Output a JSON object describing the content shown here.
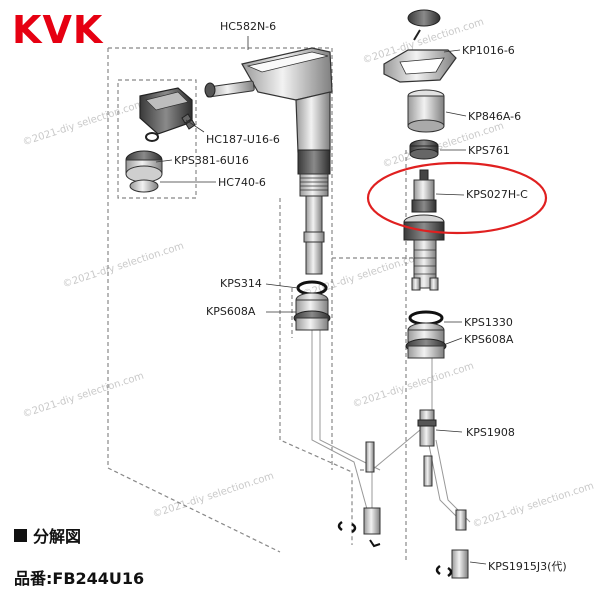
{
  "brand": {
    "logo": "KVK",
    "color": "#e60012"
  },
  "watermark": "©2021-diy selection.com",
  "parts": {
    "hc582n": "HC582N-6",
    "hc187": "HC187-U16-6",
    "kps381": "KPS381-6U16",
    "hc740": "HC740-6",
    "kps314": "KPS314",
    "kps608a_left": "KPS608A",
    "kp1016": "KP1016-6",
    "kp846a": "KP846A-6",
    "kps761": "KPS761",
    "kps027hc": "KPS027H-C",
    "kps1330": "KPS1330",
    "kps608a_right": "KPS608A",
    "kps1908": "KPS1908",
    "kps1915": "KPS1915J3(代)"
  },
  "highlight": {
    "target": "KPS027H-C",
    "color": "#e02020"
  },
  "section_title": "分解図",
  "model_line": "品番:FB244U16"
}
